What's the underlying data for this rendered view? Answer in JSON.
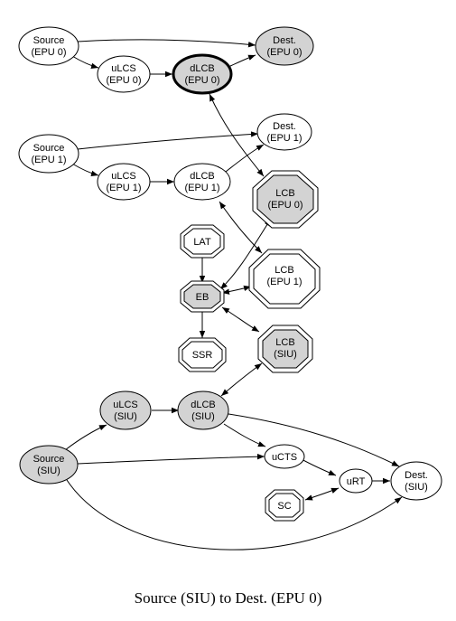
{
  "caption": "Source (SIU) to Dest. (EPU 0)",
  "colors": {
    "highlight_fill": "#d3d3d3",
    "plain_fill": "#ffffff",
    "stroke": "#000000"
  },
  "nodes": {
    "source_epu0": [
      "Source",
      "(EPU 0)"
    ],
    "dest_epu0": [
      "Dest.",
      "(EPU 0)"
    ],
    "ulcs_epu0": [
      "uLCS",
      "(EPU 0)"
    ],
    "dlcb_epu0": [
      "dLCB",
      "(EPU 0)"
    ],
    "source_epu1": [
      "Source",
      "(EPU 1)"
    ],
    "dest_epu1": [
      "Dest.",
      "(EPU 1)"
    ],
    "ulcs_epu1": [
      "uLCS",
      "(EPU 1)"
    ],
    "dlcb_epu1": [
      "dLCB",
      "(EPU 1)"
    ],
    "lcb_epu0": [
      "LCB",
      "(EPU 0)"
    ],
    "lat": [
      "LAT"
    ],
    "lcb_epu1": [
      "LCB",
      "(EPU 1)"
    ],
    "eb": [
      "EB"
    ],
    "ssr": [
      "SSR"
    ],
    "lcb_siu": [
      "LCB",
      "(SIU)"
    ],
    "ulcs_siu": [
      "uLCS",
      "(SIU)"
    ],
    "dlcb_siu": [
      "dLCB",
      "(SIU)"
    ],
    "source_siu": [
      "Source",
      "(SIU)"
    ],
    "ucts": [
      "uCTS"
    ],
    "urt": [
      "uRT"
    ],
    "dest_siu": [
      "Dest.",
      "(SIU)"
    ],
    "sc": [
      "SC"
    ]
  }
}
